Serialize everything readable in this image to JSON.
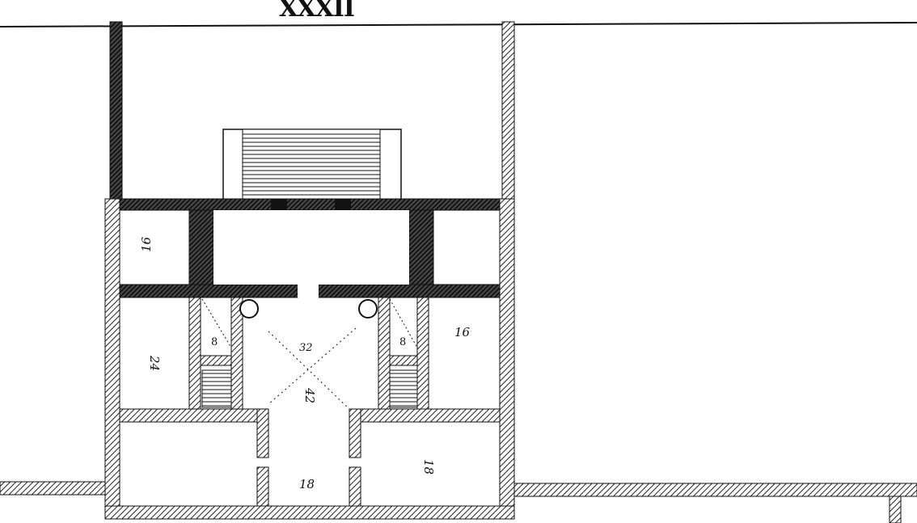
{
  "plate": {
    "number": "XXXII"
  },
  "plan": {
    "room_dimensions": [
      {
        "id": "top-left-room",
        "value": "16"
      },
      {
        "id": "left-room",
        "value": "24"
      },
      {
        "id": "left-closet",
        "value": "8"
      },
      {
        "id": "right-closet",
        "value": "8"
      },
      {
        "id": "right-room",
        "value": "16"
      },
      {
        "id": "central-hall-width",
        "value": "32"
      },
      {
        "id": "central-hall-length",
        "value": "42"
      },
      {
        "id": "bottom-center",
        "value": "18"
      },
      {
        "id": "bottom-right-room",
        "value": "18"
      }
    ]
  },
  "colors": {
    "ink": "#111111",
    "paper": "#ffffff"
  }
}
